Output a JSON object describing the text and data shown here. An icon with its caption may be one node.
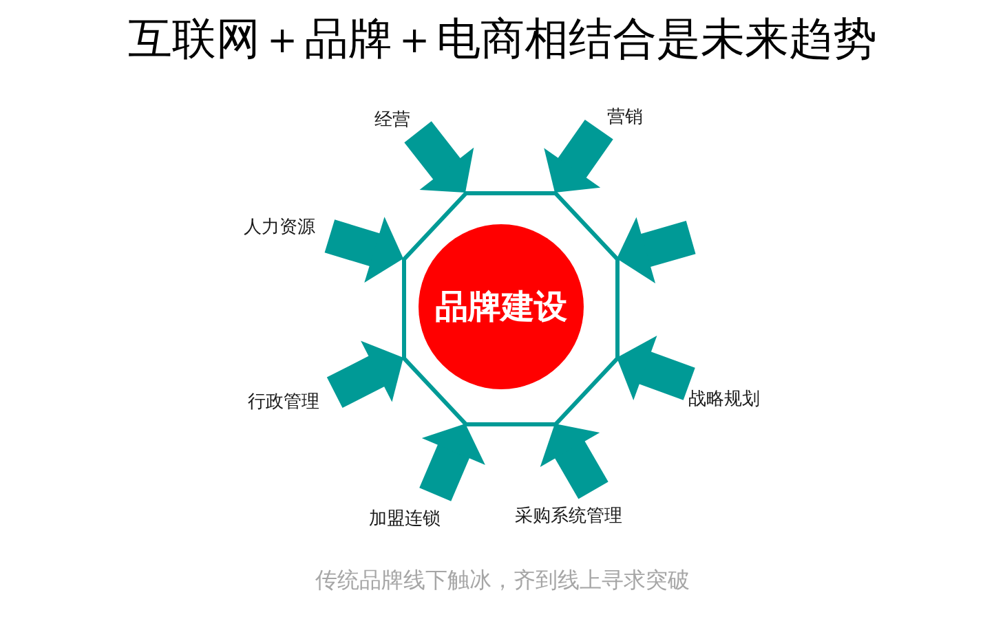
{
  "diagram": {
    "title": "互联网＋品牌＋电商相结合是未来趋势",
    "nodes": [
      {
        "text": [],
        "shape": "octagon"
      },
      {
        "text": [
          "品牌建设"
        ],
        "in": 0
      },
      {
        "text": [
          "经营"
        ]
      },
      {
        "text": [
          "营销"
        ]
      },
      {
        "text": [
          "人力资源"
        ]
      },
      {
        "text": [
          "行政管理"
        ]
      },
      {
        "text": [
          "战略规划"
        ]
      },
      {
        "text": [
          "加盟连锁"
        ]
      },
      {
        "text": [
          "采购系统管理"
        ]
      }
    ],
    "edges": [
      {
        "from": 2,
        "to": 0,
        "arrow": "to"
      },
      {
        "from": 3,
        "to": 0,
        "arrow": "to"
      },
      {
        "from": null,
        "to": 0,
        "arrow": "to"
      },
      {
        "from": 6,
        "to": 0,
        "arrow": "to"
      },
      {
        "from": 8,
        "to": 0,
        "arrow": "to"
      },
      {
        "from": 7,
        "to": 0,
        "arrow": "to"
      },
      {
        "from": 5,
        "to": 0,
        "arrow": "to"
      },
      {
        "from": 4,
        "to": 0,
        "arrow": "to"
      }
    ],
    "caption": "传统品牌线下触冰，齐到线上寻求突破"
  }
}
